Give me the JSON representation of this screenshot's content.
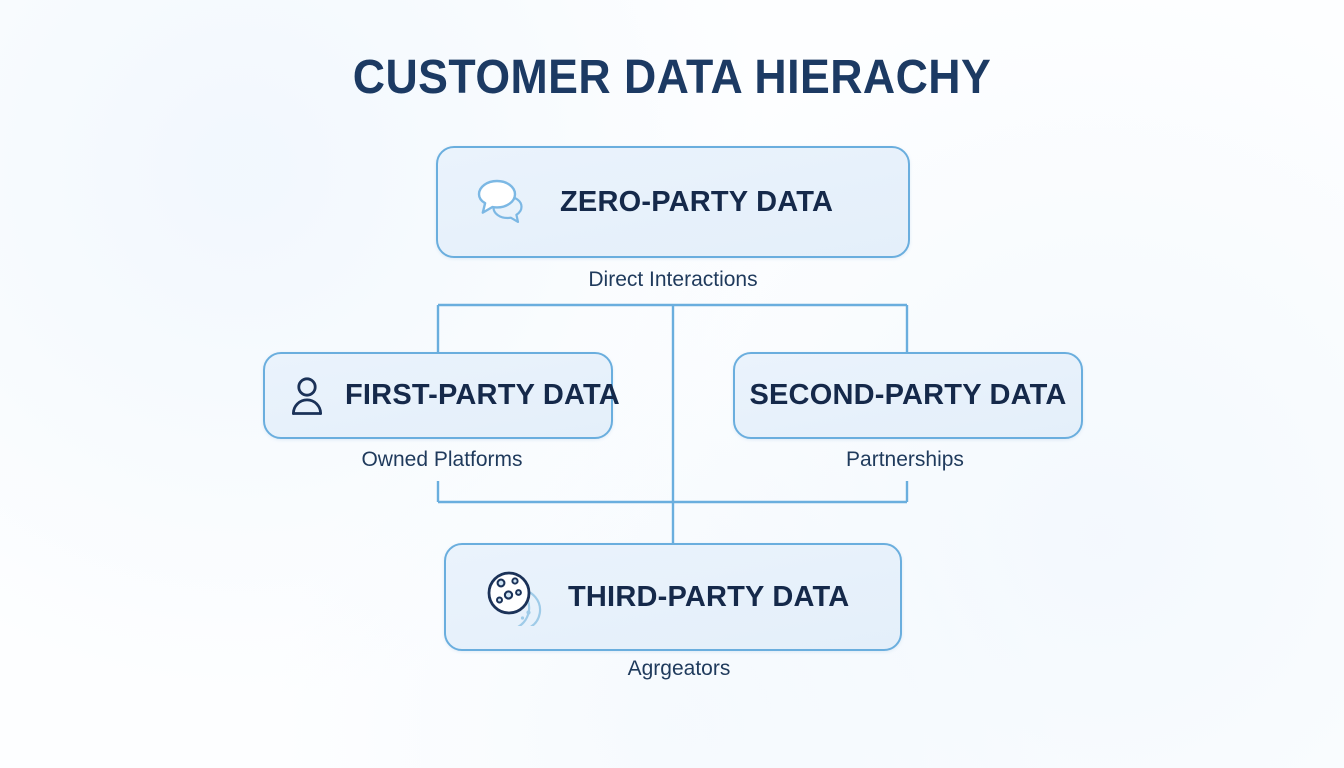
{
  "page": {
    "title": "CUSTOMER DATA HIERACHY",
    "background_color": "#fdfeff",
    "title_color": "#1c3a63"
  },
  "theme": {
    "box_fill": "#eaf3fc",
    "box_border": "#6aaede",
    "connector_color": "#6aaede",
    "label_color": "#15294a",
    "caption_color": "#1f3a5c",
    "icon_dark": "#1b3258",
    "icon_light": "#7cb8e4"
  },
  "diagram": {
    "type": "hierarchy",
    "nodes": [
      {
        "id": "zero-party",
        "label": "ZERO-PARTY DATA",
        "caption": "Direct Interactions",
        "icon": "speech-bubbles-icon",
        "level": 1
      },
      {
        "id": "first-party",
        "label": "FIRST-PARTY DATA",
        "caption": "Owned Platforms",
        "icon": "person-icon",
        "level": 2
      },
      {
        "id": "second-party",
        "label": "SECOND-PARTY DATA",
        "caption": "Partnerships",
        "icon": "none",
        "level": 2
      },
      {
        "id": "third-party",
        "label": "THIRD-PARTY DATA",
        "caption": "Agrgeators",
        "icon": "cookie-icon",
        "level": 3
      }
    ],
    "edges": [
      {
        "from": "zero-party",
        "to": "first-party"
      },
      {
        "from": "zero-party",
        "to": "second-party"
      },
      {
        "from": "zero-party",
        "to": "third-party"
      },
      {
        "from": "first-party",
        "to": "third-party"
      },
      {
        "from": "second-party",
        "to": "third-party"
      }
    ]
  }
}
